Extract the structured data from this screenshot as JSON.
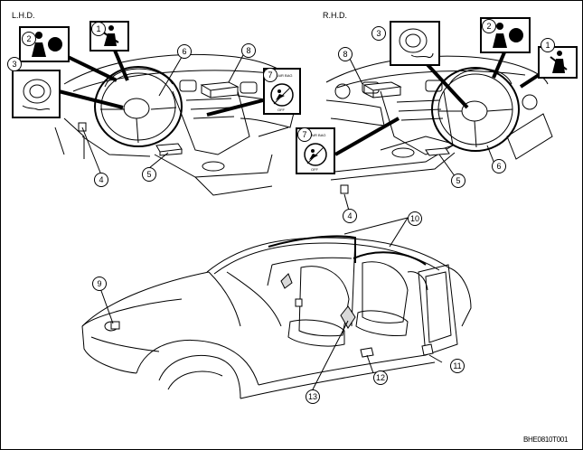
{
  "headers": {
    "lhd": "L.H.D.",
    "rhd": "R.H.D."
  },
  "figure_code": "BHE0810T001",
  "callouts": {
    "lhd": [
      "1",
      "2",
      "3",
      "4",
      "5",
      "6",
      "7",
      "8"
    ],
    "rhd": [
      "1",
      "2",
      "3",
      "4",
      "5",
      "6",
      "7",
      "8"
    ],
    "car": [
      "9",
      "10",
      "11",
      "12",
      "13"
    ]
  },
  "icons": {
    "seatbelt": "seatbelt-warning-icon",
    "airbag": "airbag-warning-icon",
    "clockspring": "clock-spring-icon",
    "passenger_off": "passenger-airbag-off-icon"
  },
  "passenger_label": {
    "line1": "PASS AIR BAG",
    "line2": "OFF"
  },
  "colors": {
    "line": "#000000",
    "fill": "#ffffff",
    "shade": "#d9d9d9"
  }
}
